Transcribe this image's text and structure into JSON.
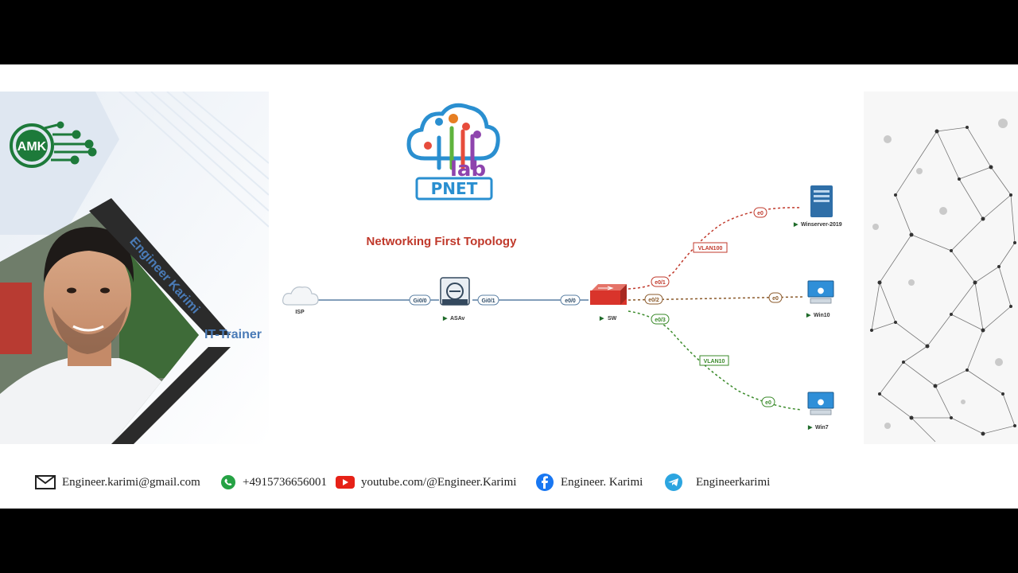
{
  "logo": {
    "monogram": "AMK"
  },
  "presenter": {
    "name": "Engineer Karimi",
    "role": "IT-Trainer"
  },
  "brand": {
    "pnet_text": "PNET",
    "lab_text": "lab"
  },
  "diagram": {
    "title": "Networking First Topology",
    "nodes": {
      "isp": "ISP",
      "asav": "ASAv",
      "sw": "SW",
      "winserver": "Winserver-2019",
      "win10": "Win10",
      "win7": "Win7"
    },
    "ports": {
      "isp_gi00": "Gi0/0",
      "asa_gi01": "Gi0/1",
      "sw_e00": "e0/0",
      "sw_e01": "e0/1",
      "sw_e02": "e0/2",
      "sw_e03": "e0/3",
      "winserver_e0": "e0",
      "win10_e0": "e0",
      "win7_e0": "e0"
    },
    "vlans": {
      "vlan100": "VLAN100",
      "vlan10": "VLAN10"
    },
    "colors": {
      "vlan100": "#c0392b",
      "vlan10": "#3a8a2a",
      "trunk_e02": "#8b5a2b",
      "link": "#5a7fa3"
    }
  },
  "footer": {
    "email": "Engineer.karimi@gmail.com",
    "phone": "+4915736656001",
    "youtube": "youtube.com/@Engineer.Karimi",
    "facebook": "Engineer. Karimi",
    "telegram": "Engineerkarimi",
    "icons": [
      "mail-icon",
      "whatsapp-icon",
      "youtube-icon",
      "facebook-icon",
      "telegram-icon"
    ]
  }
}
